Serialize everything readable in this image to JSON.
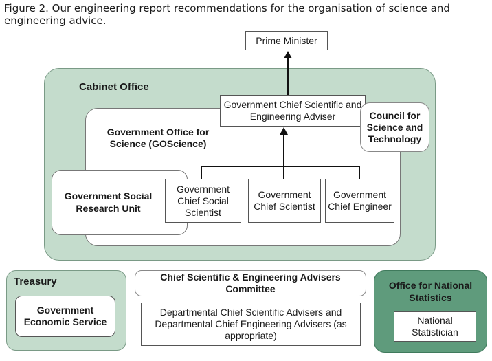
{
  "caption": "Figure 2. Our engineering report recommendations for the organisation of science and engineering advice.",
  "nodes": {
    "prime_minister": "Prime Minister",
    "cabinet_office": "Cabinet Office",
    "gcsa": "Government Chief Scientific and Engineering Adviser",
    "cst": "Council for Science and Technology",
    "goscience": "Government Office for Science (GOScience)",
    "gsru": "Government Social Research Unit",
    "chief_social_scientist": "Government Chief Social Scientist",
    "chief_scientist": "Government Chief Scientist",
    "chief_engineer": "Government Chief Engineer",
    "treasury": "Treasury",
    "ges": "Government Economic Service",
    "csec": "Chief Scientific & Engineering Advisers Committee",
    "departmental": "Departmental Chief Scientific Advisers and Departmental Chief Engineering Advisers (as appropriate)",
    "ons": "Office for National Statistics",
    "national_statistician": "National Statistician"
  },
  "colors": {
    "cabinet_fill": "#c4dccc",
    "ons_fill": "#5f9b7c",
    "line": "#111111"
  }
}
